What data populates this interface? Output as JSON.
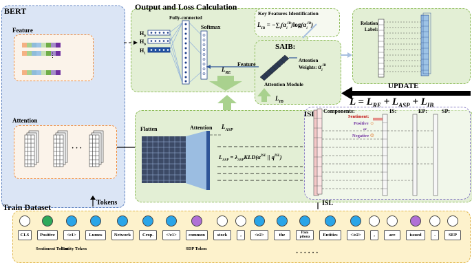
{
  "bert": {
    "title": "BERT",
    "feature_label": "Feature",
    "attention_label": "Attention",
    "dots": "· · ·"
  },
  "olc": {
    "title": "Output and Loss Calculation",
    "fc_label": "Fully-connected",
    "softmax_label": "Softmax",
    "h0": "H",
    "h0_sub": "0",
    "hb": "H",
    "hb_sub": "b",
    "h1": "H",
    "h1_sub": "1",
    "lre": "L",
    "lre_sub": "RE",
    "feature": "Feature"
  },
  "kfi": {
    "title": "Key Features Identification",
    "formula": "L_IB = −∑ (α_i^IB) log(α_i^IB)"
  },
  "saib": {
    "title": "SAIB:",
    "att_weights_1": "Attention",
    "att_weights_2": "Weights:",
    "alpha": "α",
    "alpha_sup": "IB",
    "alpha_sub": "i",
    "module": "Attention Module",
    "lib": "L",
    "lib_sub": "IB"
  },
  "relation": {
    "label_1": "Relation",
    "label_2": "Label:"
  },
  "update": {
    "label": "UPDATE",
    "equation": "L = L_RE + L_ASP + L_IB"
  },
  "flatten": {
    "label": "Flatten",
    "attention": "Attention",
    "lasp": "L",
    "lasp_sub": "ASP",
    "formula": "L_ASP = λ_ASP KLD(α^ISL || q^ISL)"
  },
  "isl": {
    "title": "ISL:",
    "components": "Components:",
    "is": "IS:",
    "ep": "EP:",
    "sp": "SP:",
    "sentiment": "Sentiment:",
    "positive": "Positive",
    "or": "or",
    "negative": "Negative"
  },
  "dataset": {
    "title": "Train Dataset",
    "tokens_arrow": "Tokens",
    "isl_arrow": "ISL",
    "tokens": [
      "CLS",
      "Positive",
      "<e1>",
      "Lumos",
      "Network",
      "Crop.",
      "</e1>",
      "common",
      "stock",
      ",",
      "<e2>",
      "the",
      "Pam pilona",
      "Entities",
      "</e2>",
      ",",
      "are",
      "issued",
      ".",
      "SEP"
    ],
    "circle_colors": [
      "#ffffff",
      "#2eaa5a",
      "#2aa5e8",
      "#2aa5e8",
      "#2aa5e8",
      "#2aa5e8",
      "#2aa5e8",
      "#b070d6",
      "#ffffff",
      "#ffffff",
      "#2aa5e8",
      "#2aa5e8",
      "#2aa5e8",
      "#2aa5e8",
      "#2aa5e8",
      "#ffffff",
      "#ffffff",
      "#b070d6",
      "#ffffff",
      "#ffffff"
    ],
    "sentiment_token": "Sentiment Token",
    "entity_token": "Entity Token",
    "sdp_token": "SDP Token",
    "bottom_dots": "· · · · · ·"
  }
}
